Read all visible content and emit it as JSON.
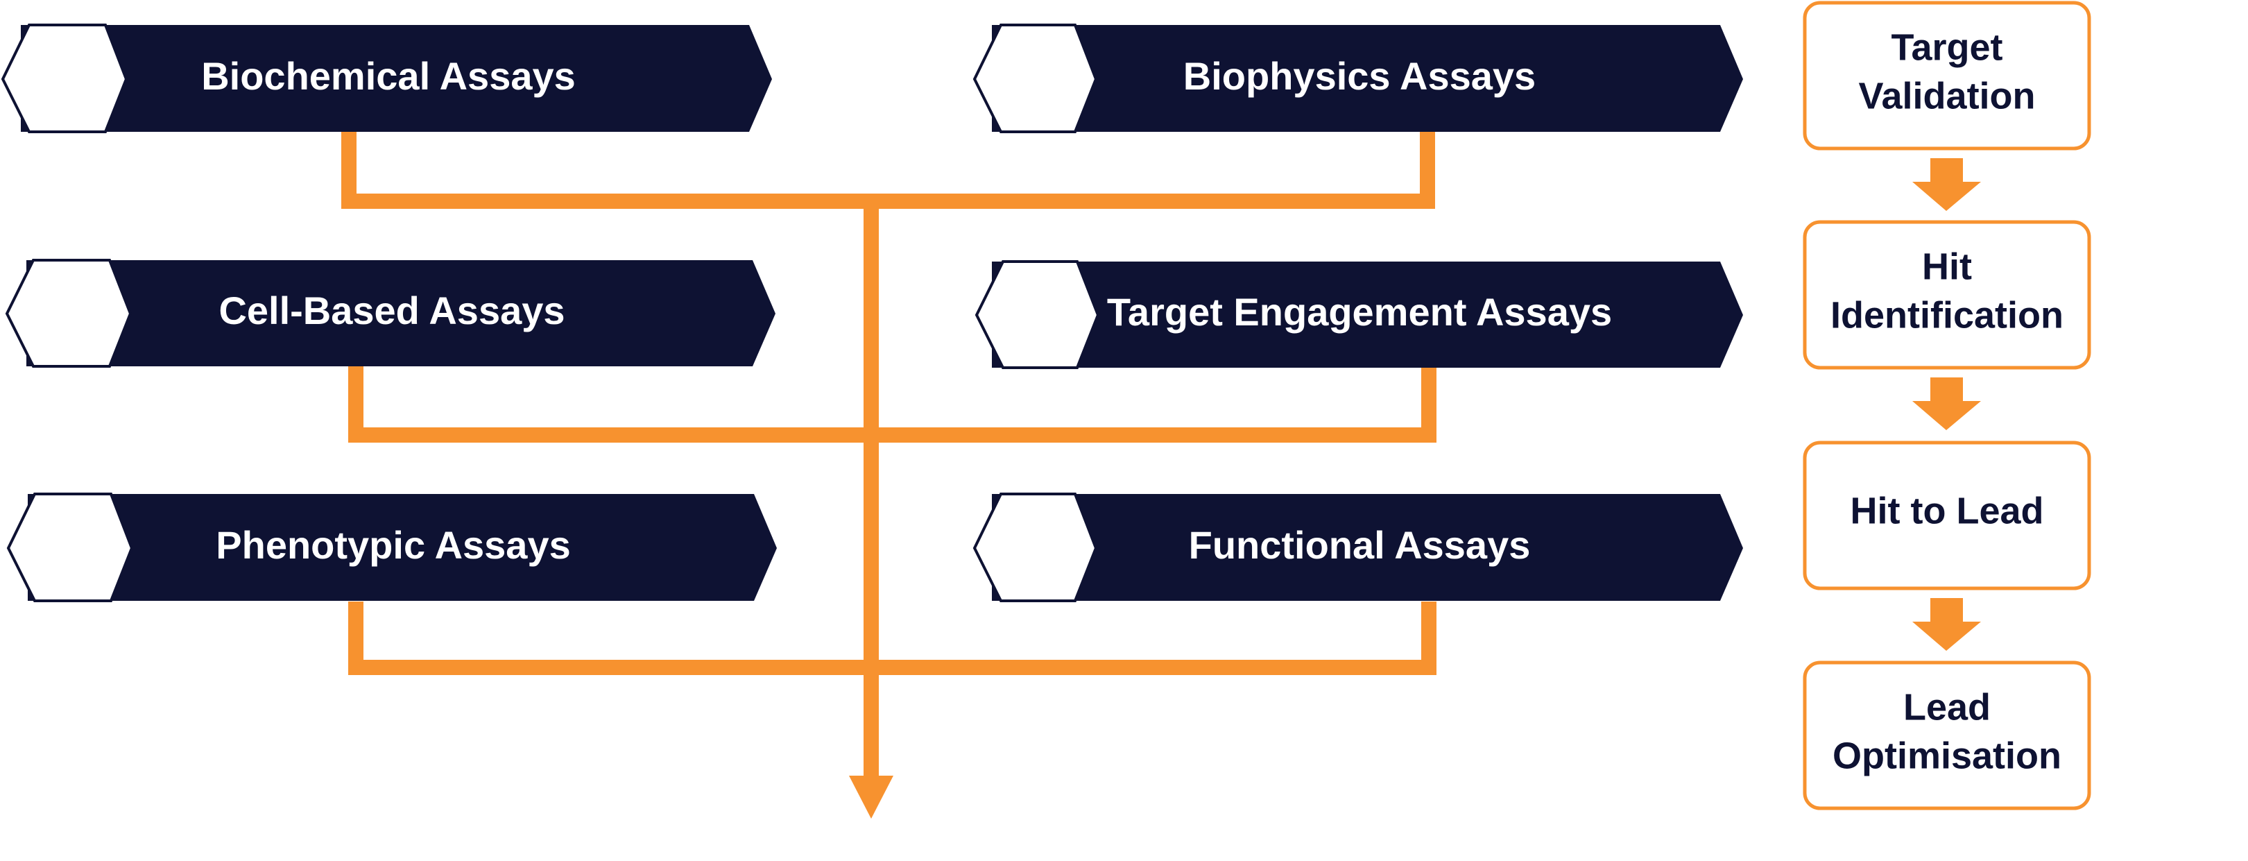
{
  "assays": [
    {
      "label": "Biochemical Assays"
    },
    {
      "label": "Biophysics Assays"
    },
    {
      "label": "Cell-Based Assays"
    },
    {
      "label": "Target Engagement Assays"
    },
    {
      "label": "Phenotypic Assays"
    },
    {
      "label": "Functional Assays"
    }
  ],
  "stages": [
    {
      "line1": "Target",
      "line2": "Validation"
    },
    {
      "line1": "Hit",
      "line2": "Identification"
    },
    {
      "line1": "Hit to Lead"
    },
    {
      "line1": "Lead",
      "line2": "Optimisation"
    }
  ],
  "colors": {
    "navy": "#0e1233",
    "orange": "#f7922f",
    "white": "#ffffff"
  }
}
